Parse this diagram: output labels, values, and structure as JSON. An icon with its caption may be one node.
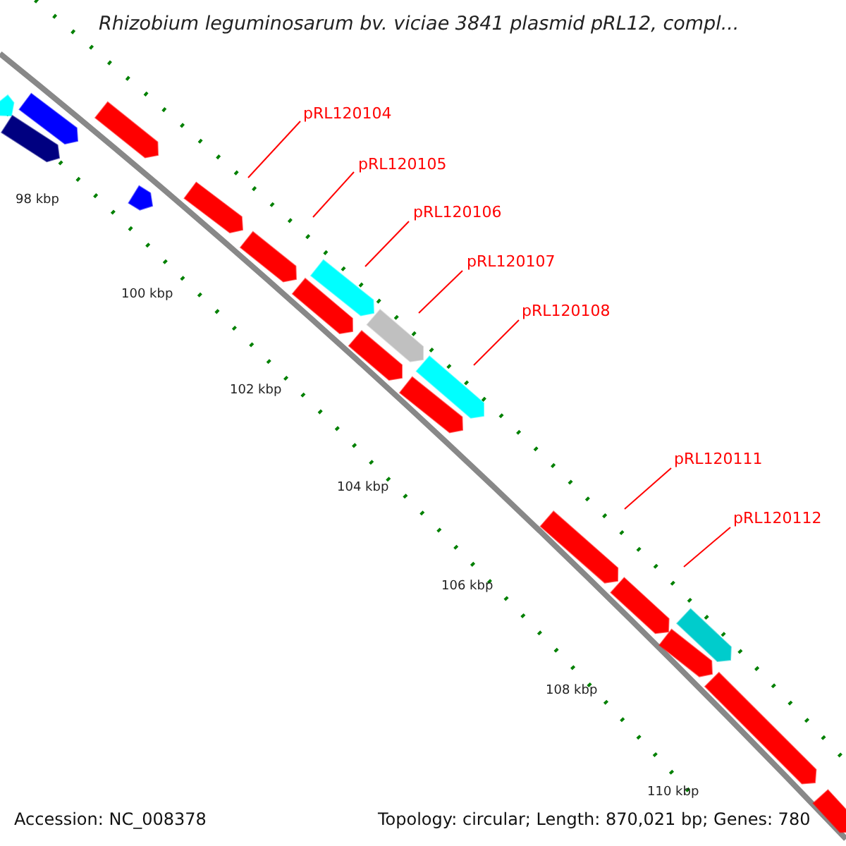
{
  "diagram": {
    "title": "Rhizobium leguminosarum bv. viciae 3841 plasmid pRL12, compl...",
    "nodes": [
      {
        "text": [
          "pRL120104"
        ]
      },
      {
        "text": [
          "pRL120105"
        ]
      },
      {
        "text": [
          "pRL120106"
        ]
      },
      {
        "text": [
          "pRL120107"
        ]
      },
      {
        "text": [
          "pRL120108"
        ]
      },
      {
        "text": [
          "pRL120111"
        ]
      },
      {
        "text": [
          "pRL120112"
        ]
      }
    ],
    "edges": [
      {
        "from": 0,
        "to": null,
        "arrow": "none"
      },
      {
        "from": 1,
        "to": null,
        "arrow": "none"
      },
      {
        "from": 2,
        "to": null,
        "arrow": "none"
      },
      {
        "from": 3,
        "to": null,
        "arrow": "none"
      },
      {
        "from": 4,
        "to": null,
        "arrow": "none"
      },
      {
        "from": 5,
        "to": null,
        "arrow": "none"
      },
      {
        "from": 6,
        "to": null,
        "arrow": "none"
      }
    ],
    "labels": [
      "98 kbp",
      "100 kbp",
      "102 kbp",
      "104 kbp",
      "106 kbp",
      "108 kbp",
      "110 kbp",
      "Accession: NC_008378",
      "Topology: circular; Length: 870,021 bp; Genes: 780"
    ]
  }
}
